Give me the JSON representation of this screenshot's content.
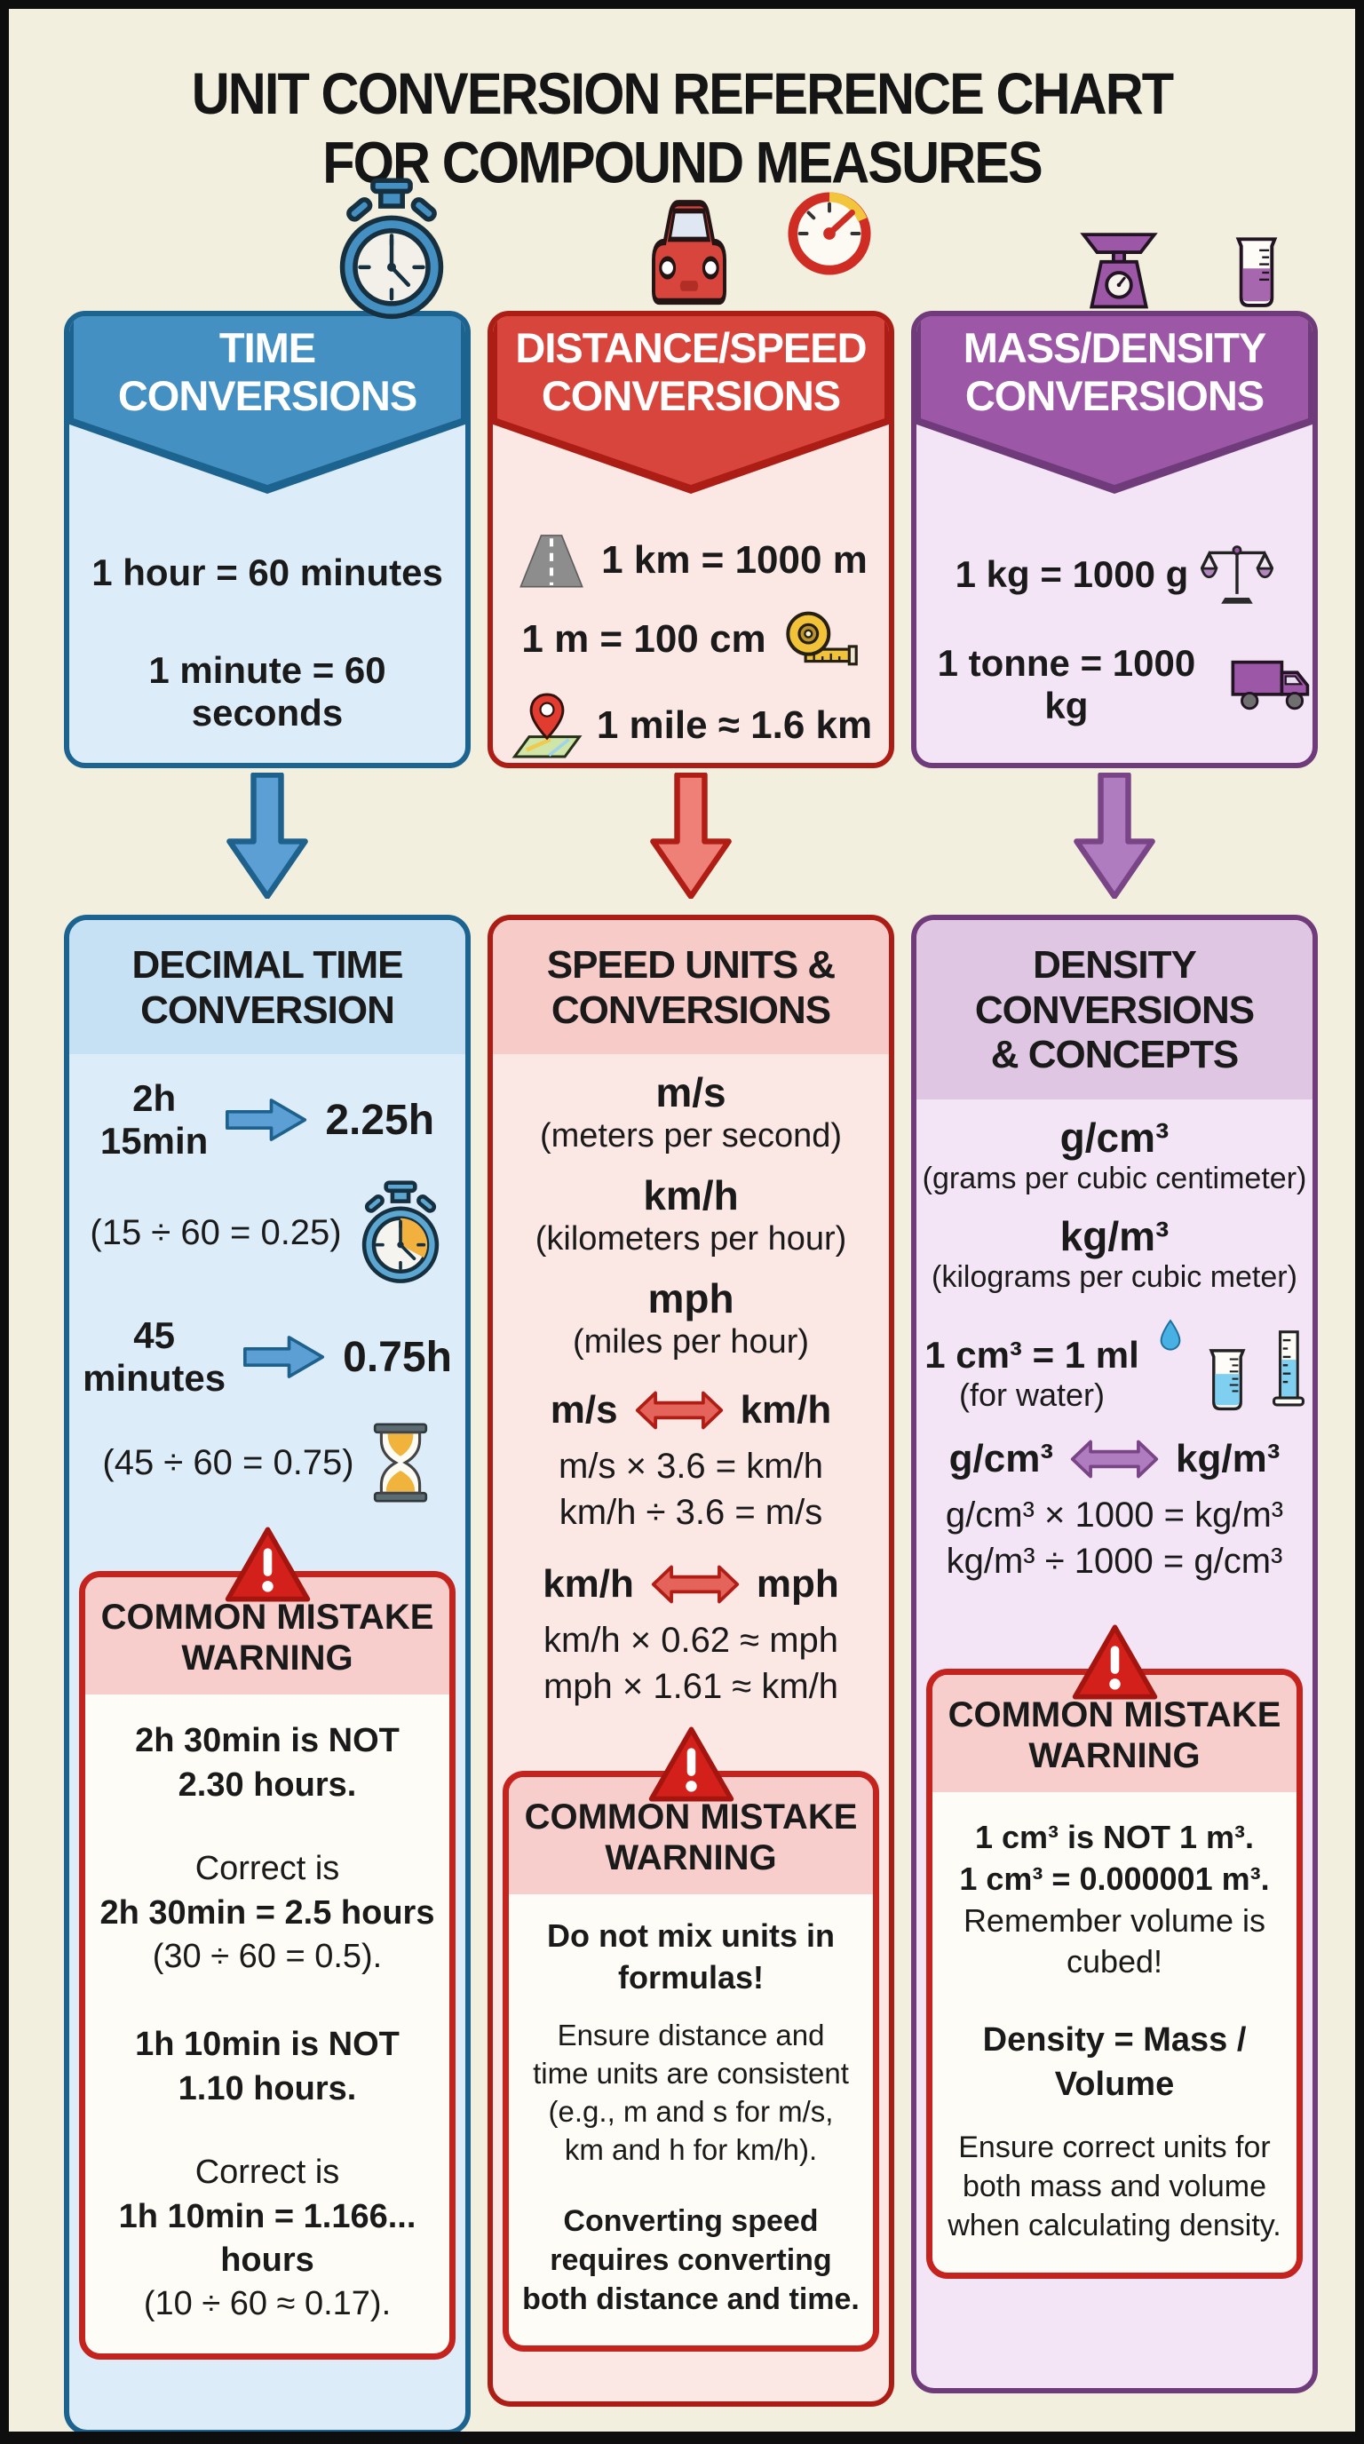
{
  "title": "UNIT CONVERSION REFERENCE CHART\nFOR COMPOUND MEASURES",
  "colors": {
    "background": "#f2efdf",
    "time_blue": "#4490c2",
    "time_blue_dark": "#1d6390",
    "speed_red": "#d8453c",
    "speed_red_dark": "#ac1d15",
    "mass_purple": "#9c58a7",
    "mass_purple_dark": "#6f3b7b",
    "warning_red": "#c4231e"
  },
  "icons": {
    "stopwatch": "stopwatch-icon",
    "car": "car-icon",
    "speedometer": "speedometer-icon",
    "kitchen_scale": "kitchen-scale-icon",
    "beaker": "beaker-icon",
    "road": "road-icon",
    "tape_measure": "tape-measure-icon",
    "map_pin": "map-pin-icon",
    "balance_scale": "balance-scale-icon",
    "truck": "truck-icon",
    "hourglass": "hourglass-icon",
    "warning_triangle": "warning-triangle-icon",
    "water_drop": "water-drop-icon",
    "graduated_cylinder": "graduated-cylinder-icon"
  },
  "time": {
    "header": "TIME\nCONVERSIONS",
    "fact1": "1 hour = 60 minutes",
    "fact2": "1 minute = 60 seconds",
    "card": {
      "title": "DECIMAL TIME\nCONVERSION",
      "ex1_from": "2h\n15min",
      "ex1_to": "2.25h",
      "ex1_note": "(15 ÷ 60 = 0.25)",
      "ex2_from": "45\nminutes",
      "ex2_to": "0.75h",
      "ex2_note": "(45 ÷ 60 = 0.75)",
      "warn_title": "COMMON MISTAKE\nWARNING",
      "warn1": "2h 30min is NOT\n2.30 hours.",
      "warn2_pre": "Correct is",
      "warn2_main": "2h 30min = 2.5 hours",
      "warn2_note": "(30 ÷ 60 = 0.5).",
      "warn3": "1h 10min is NOT\n1.10 hours.",
      "warn4_pre": "Correct is",
      "warn4_main": "1h 10min = 1.166...\nhours",
      "warn4_note": "(10 ÷ 60 ≈ 0.17)."
    }
  },
  "speed": {
    "header": "DISTANCE/SPEED\nCONVERSIONS",
    "fact1": "1 km = 1000 m",
    "fact2": "1 m = 100 cm",
    "fact3": "1 mile ≈ 1.6 km",
    "card": {
      "title": "SPEED UNITS &\nCONVERSIONS",
      "u1": "m/s",
      "u1d": "(meters per second)",
      "u2": "km/h",
      "u2d": "(kilometers per hour)",
      "u3": "mph",
      "u3d": "(miles per hour)",
      "conv1_left": "m/s",
      "conv1_right": "km/h",
      "conv1_formulas": "m/s × 3.6 = km/h\nkm/h ÷ 3.6 = m/s",
      "conv2_left": "km/h",
      "conv2_right": "mph",
      "conv2_formulas": "km/h × 0.62 ≈ mph\nmph × 1.61 ≈ km/h",
      "warn_title": "COMMON MISTAKE\nWARNING",
      "warn1": "Do not mix units in\nformulas!",
      "warn2": "Ensure distance and\ntime units are consistent\n(e.g., m and s for m/s,\nkm and h for km/h).",
      "warn3": "Converting speed\nrequires converting\nboth distance and time."
    }
  },
  "mass": {
    "header": "MASS/DENSITY\nCONVERSIONS",
    "fact1": "1 kg = 1000 g",
    "fact2": "1 tonne = 1000 kg",
    "card": {
      "title": "DENSITY CONVERSIONS\n& CONCEPTS",
      "u1": "g/cm³",
      "u1d": "(grams per cubic centimeter)",
      "u2": "kg/m³",
      "u2d": "(kilograms per cubic meter)",
      "eq": "1 cm³ = 1 ml",
      "eqd": "(for water)",
      "conv1_left": "g/cm³",
      "conv1_right": "kg/m³",
      "conv1_formulas": "g/cm³ × 1000 = kg/m³\nkg/m³ ÷ 1000 = g/cm³",
      "warn_title": "COMMON MISTAKE\nWARNING",
      "warn1": "1 cm³ is NOT 1 m³.\n1 cm³ = 0.000001 m³.",
      "warn1b": "Remember volume is\ncubed!",
      "warn2": "Density = Mass /\nVolume",
      "warn3": "Ensure correct units for\nboth mass and volume\nwhen calculating density."
    }
  }
}
